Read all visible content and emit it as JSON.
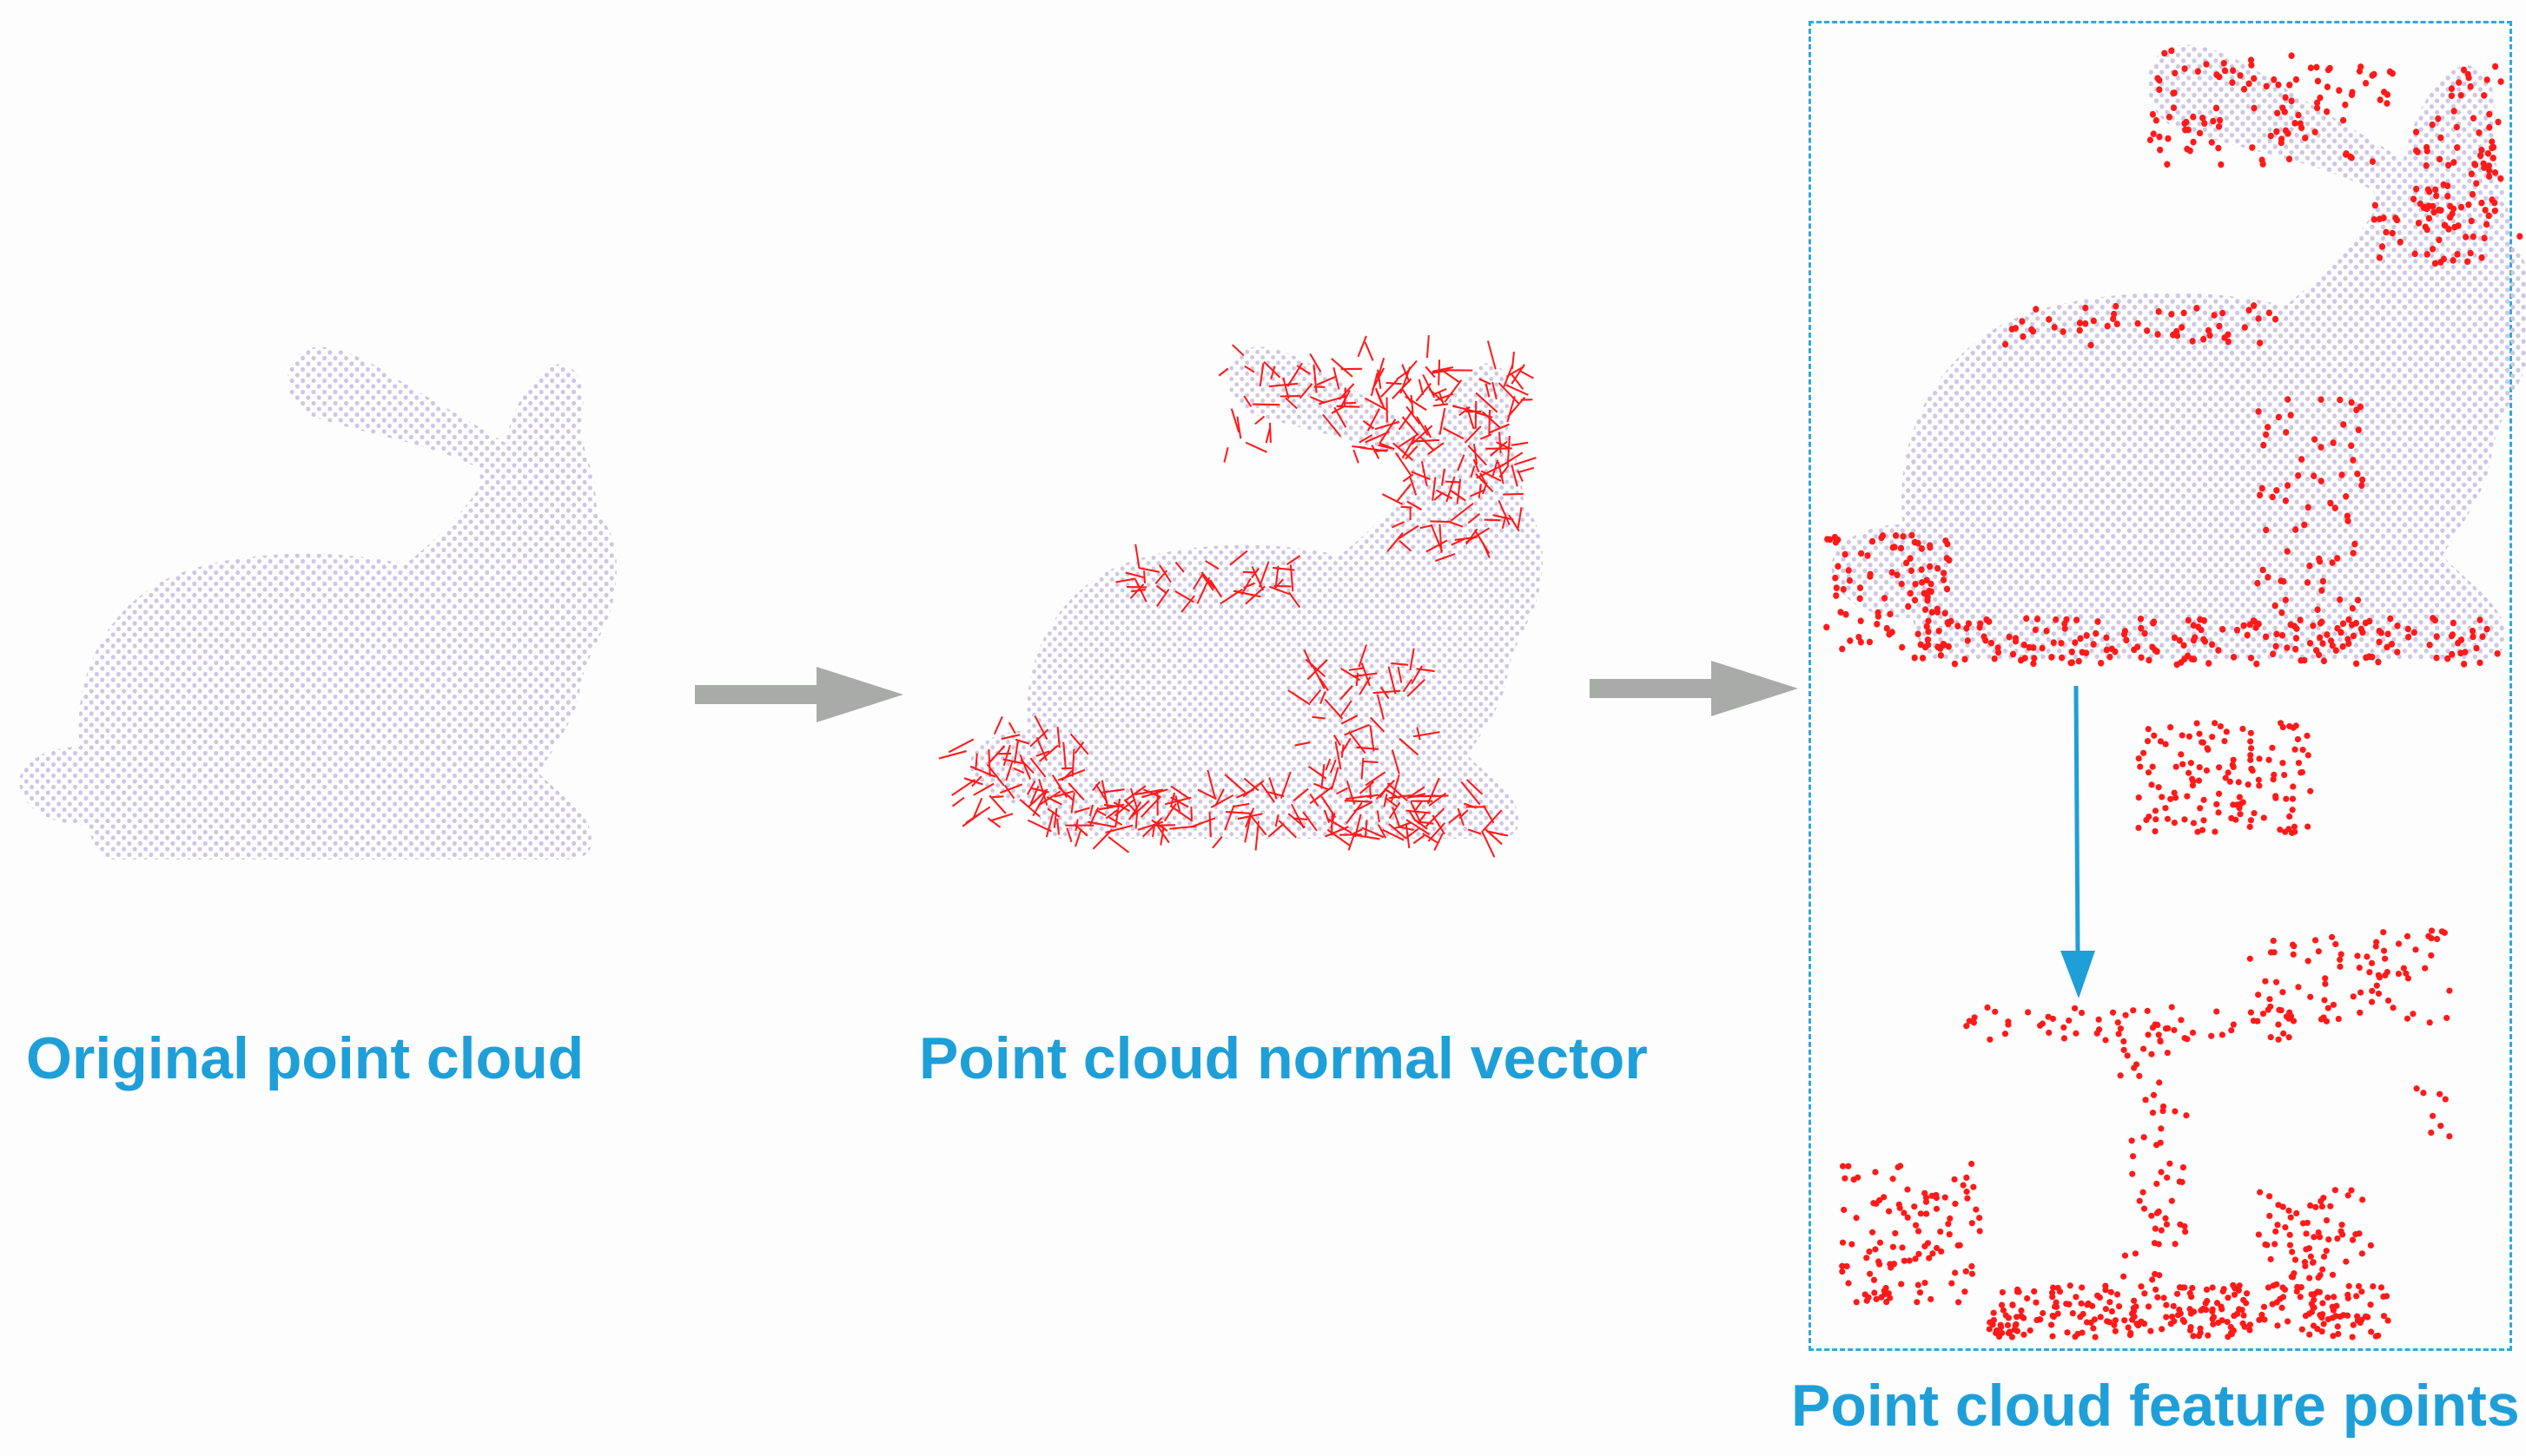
{
  "captions": {
    "original": "Original point cloud",
    "normals": "Point cloud normal vector",
    "features": "Point cloud feature points"
  },
  "colors": {
    "caption": "#1f9fd8",
    "points": "#cfc6e3",
    "highlight": "#ff1a1a",
    "flow_arrow": "#a9aba9",
    "dash_box": "#31a7df",
    "down_arrow": "#1f9fd8"
  },
  "panels": [
    {
      "id": "original",
      "icon": "bunny-point-cloud-icon"
    },
    {
      "id": "normals",
      "icon": "bunny-normal-vectors-icon"
    },
    {
      "id": "features-overlay",
      "icon": "bunny-feature-overlay-icon"
    },
    {
      "id": "features-extracted",
      "icon": "extracted-feature-points-icon"
    }
  ]
}
